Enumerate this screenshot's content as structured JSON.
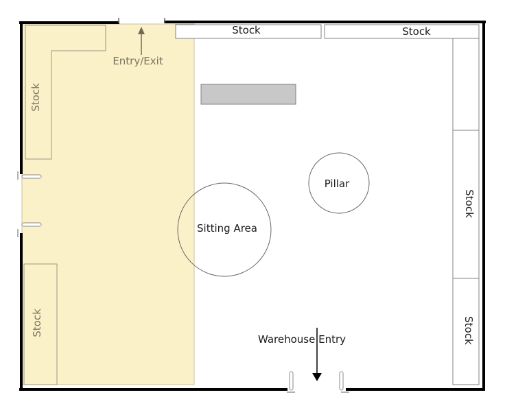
{
  "labels": {
    "entry_exit": "Entry/Exit",
    "stock_top_left": "Stock",
    "stock_top_right": "Stock",
    "stock_left_upper": "Stock",
    "stock_left_lower": "Stock",
    "stock_right_upper": "Stock",
    "stock_right_lower": "Stock",
    "pillar": "Pillar",
    "sitting_area": "Sitting Area",
    "warehouse_entry": "Warehouse Entry"
  },
  "colors": {
    "wall": "#000000",
    "highlight_zone": "#fbf1c8",
    "counter": "#c8c8c8",
    "outline": "#808080"
  }
}
